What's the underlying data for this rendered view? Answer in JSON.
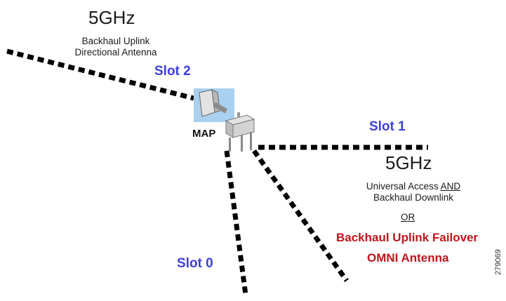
{
  "uplink": {
    "band": "5GHz",
    "title_line1": "Backhaul Uplink",
    "title_line2": "Directional Antenna",
    "slot": "Slot 2"
  },
  "map_label": "MAP",
  "downlink": {
    "slot": "Slot 1",
    "band": "5GHz",
    "line1_a": "Universal Access ",
    "line1_and": "AND",
    "line2": "Backhaul Downlink",
    "or": "OR",
    "failover": "Backhaul Uplink Failover",
    "omni": "OMNI Antenna"
  },
  "slot0": "Slot 0",
  "figure_id": "279069",
  "colors": {
    "slot_blue": "#3d3fd8",
    "failover_red": "#c0141b",
    "dotted_line": "#000000",
    "panel_blue": "#9fc8ea"
  }
}
